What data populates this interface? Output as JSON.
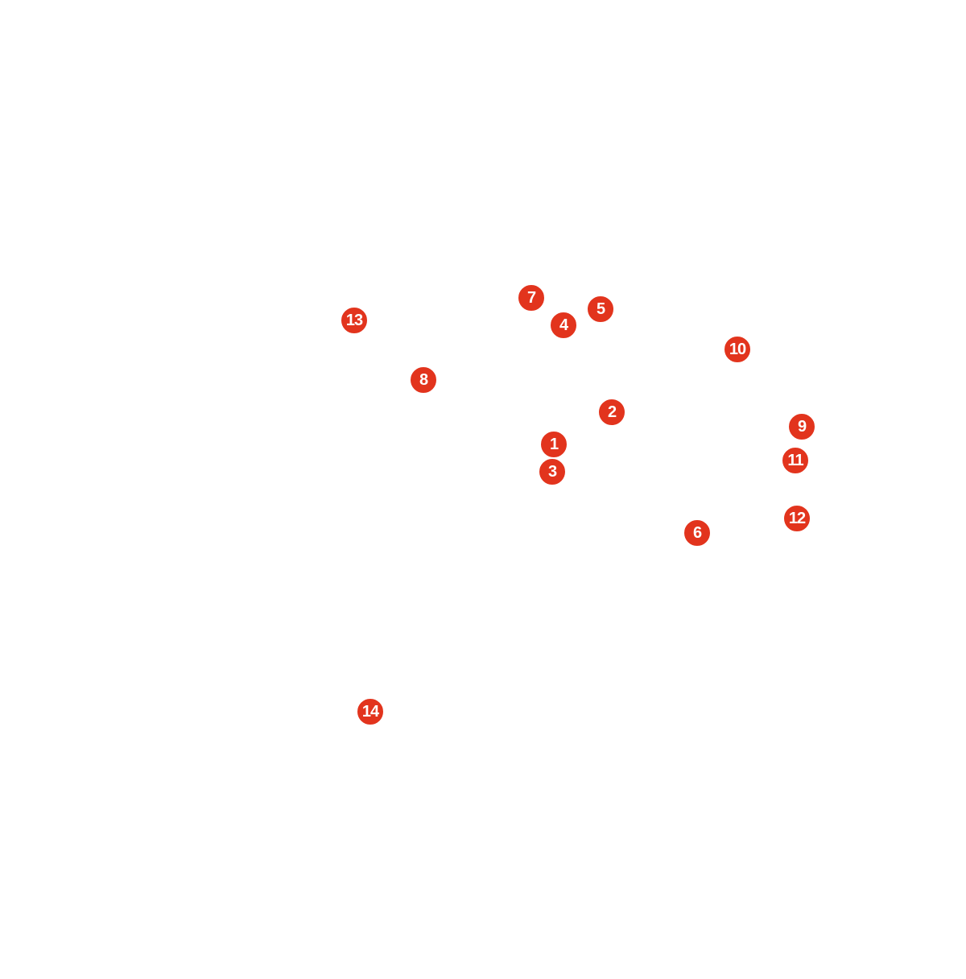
{
  "map": {
    "marker_color": "#e2341d",
    "marker_text_color": "#ffffff",
    "markers": [
      {
        "id": "1",
        "label": "1"
      },
      {
        "id": "2",
        "label": "2"
      },
      {
        "id": "3",
        "label": "3"
      },
      {
        "id": "4",
        "label": "4"
      },
      {
        "id": "5",
        "label": "5"
      },
      {
        "id": "6",
        "label": "6"
      },
      {
        "id": "7",
        "label": "7"
      },
      {
        "id": "8",
        "label": "8"
      },
      {
        "id": "9",
        "label": "9"
      },
      {
        "id": "10",
        "label": "10"
      },
      {
        "id": "11",
        "label": "11"
      },
      {
        "id": "12",
        "label": "12"
      },
      {
        "id": "13",
        "label": "13"
      },
      {
        "id": "14",
        "label": "14"
      }
    ]
  }
}
